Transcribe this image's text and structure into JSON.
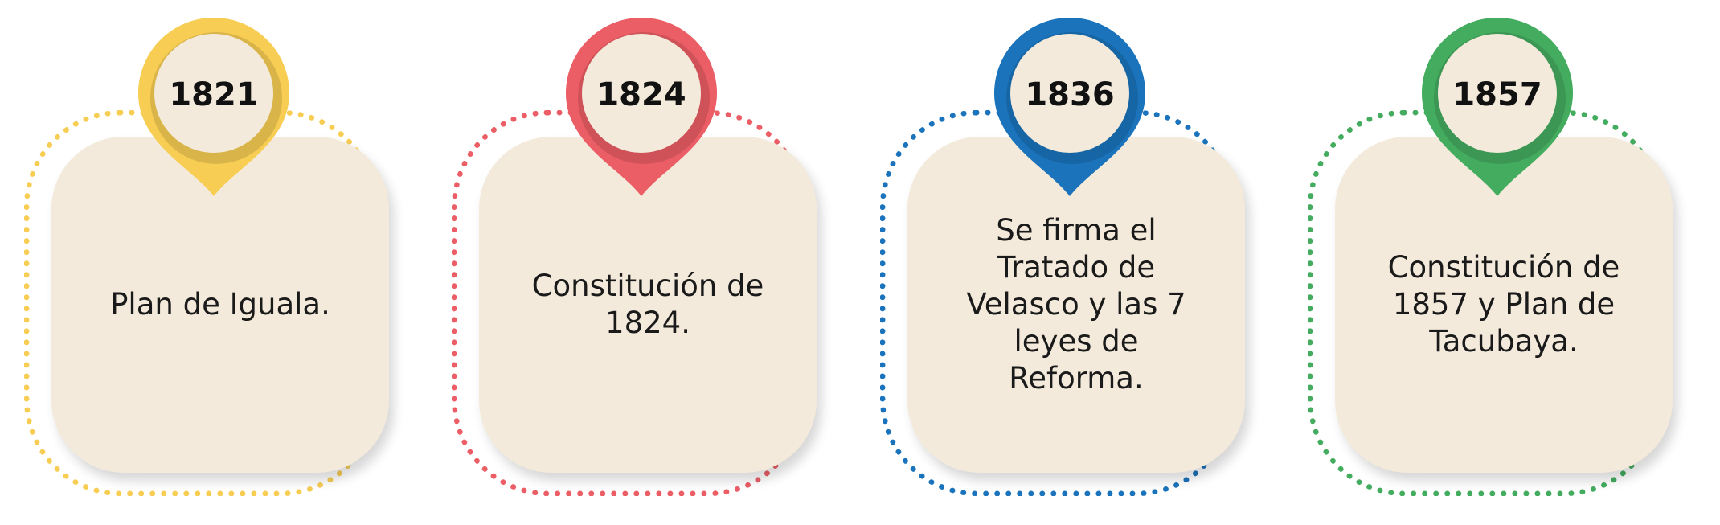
{
  "colors": {
    "yellow": "#f7cd53",
    "red": "#ec5e66",
    "blue": "#1a73bb",
    "green": "#44ac5f",
    "card": "#f3eadb"
  },
  "timeline": [
    {
      "year": "1821",
      "text": "Plan de Iguala.",
      "accent": "#f7cd53"
    },
    {
      "year": "1824",
      "text": "Constitución de 1824.",
      "accent": "#ec5e66"
    },
    {
      "year": "1836",
      "text": "Se firma el Tratado de Velasco y las 7 leyes de Reforma.",
      "accent": "#1a73bb"
    },
    {
      "year": "1857",
      "text": "Constitución de 1857 y Plan de Tacubaya.",
      "accent": "#44ac5f"
    }
  ]
}
